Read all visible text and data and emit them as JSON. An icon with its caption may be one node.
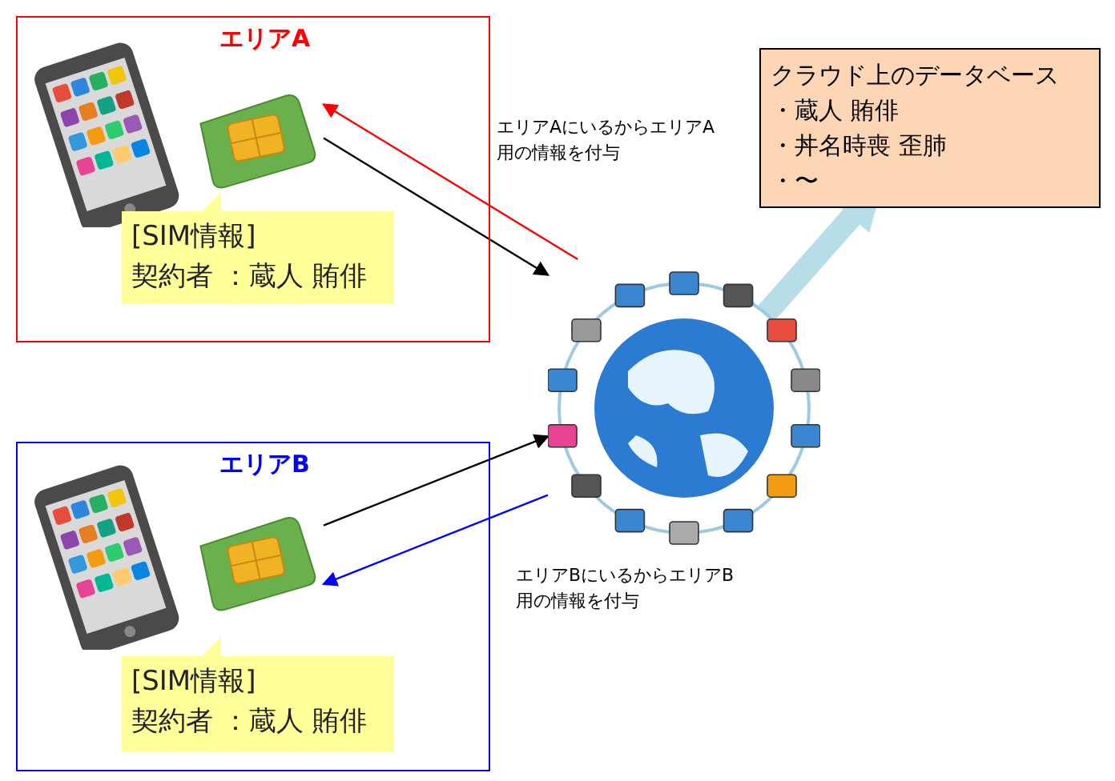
{
  "diagram": {
    "nodes": [
      {
        "text": [
          "エリアA"
        ]
      },
      {
        "text": [],
        "shape": "picture",
        "in": 0
      },
      {
        "text": [],
        "shape": "picture",
        "in": 0
      },
      {
        "text": [
          "[SIM情報]",
          "契約者 ：蔵人 賄俳"
        ],
        "in": 0
      },
      {
        "text": [
          "エリアB"
        ]
      },
      {
        "text": [],
        "shape": "picture",
        "in": 4
      },
      {
        "text": [],
        "shape": "picture",
        "in": 4
      },
      {
        "text": [
          "[SIM情報]",
          "契約者 ：蔵人 賄俳"
        ],
        "in": 4
      },
      {
        "text": [],
        "shape": "picture"
      },
      {
        "text": [
          "クラウド上のデータベース",
          "・蔵人 賄俳",
          "・丼名時喪 歪肺",
          "・〜"
        ]
      }
    ],
    "edges": [
      {
        "from": 2,
        "to": 8,
        "arrow": "to"
      },
      {
        "from": 8,
        "to": 2,
        "arrow": "to",
        "color": "#ff0000",
        "label": "エリアAにいるからエリアA用の情報を付与"
      },
      {
        "from": 6,
        "to": 8,
        "arrow": "to"
      },
      {
        "from": 8,
        "to": 6,
        "arrow": "to",
        "color": "#0000ff",
        "label": "エリアBにいるからエリアB用の情報を付与"
      },
      {
        "from": 8,
        "to": 9,
        "arrow": "to",
        "style": "thick",
        "color": "#b7dee8"
      }
    ]
  }
}
